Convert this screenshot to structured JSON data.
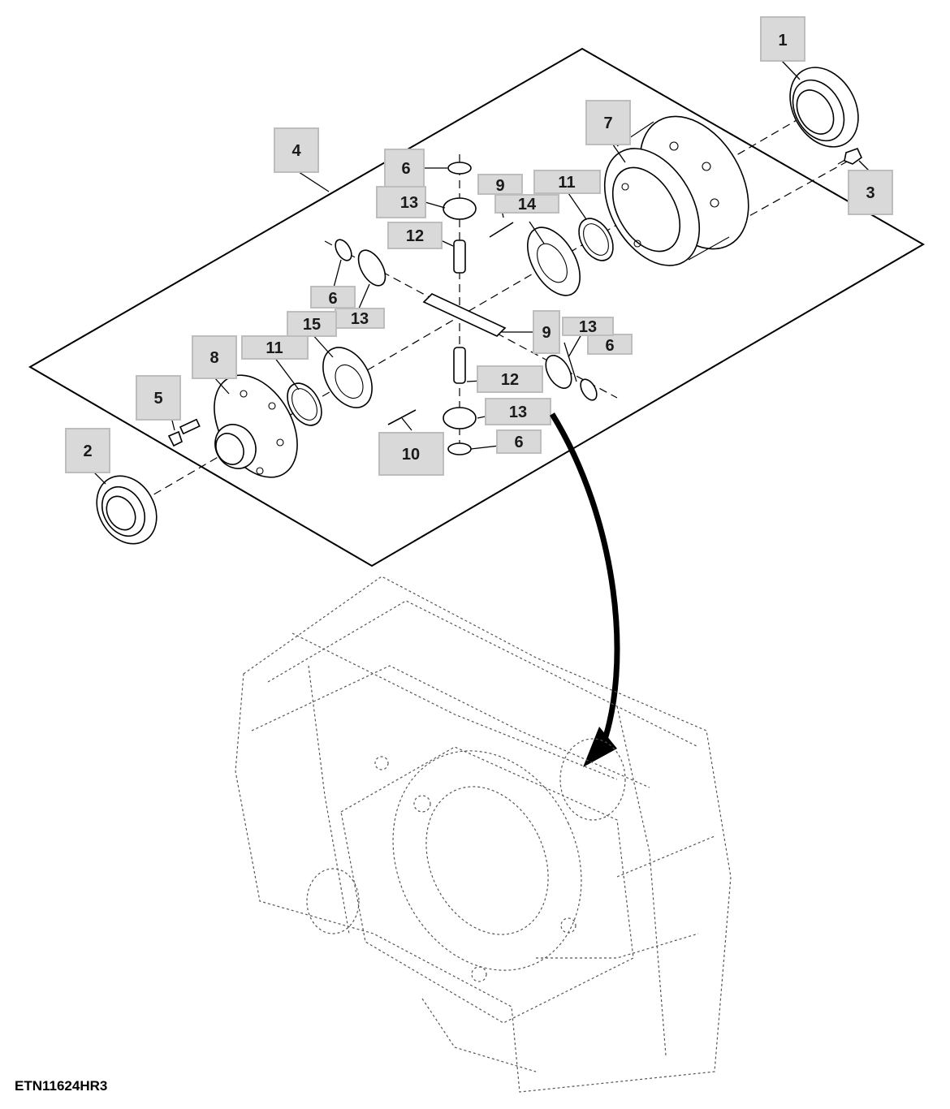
{
  "figure_code": "ETN11624HR3",
  "callouts": [
    {
      "id": "c1",
      "label": "1"
    },
    {
      "id": "c2",
      "label": "2"
    },
    {
      "id": "c3",
      "label": "3"
    },
    {
      "id": "c4",
      "label": "4"
    },
    {
      "id": "c5",
      "label": "5"
    },
    {
      "id": "c6a",
      "label": "6"
    },
    {
      "id": "c6b",
      "label": "6"
    },
    {
      "id": "c6c",
      "label": "6"
    },
    {
      "id": "c6d",
      "label": "6"
    },
    {
      "id": "c7",
      "label": "7"
    },
    {
      "id": "c8",
      "label": "8"
    },
    {
      "id": "c9a",
      "label": "9"
    },
    {
      "id": "c9b",
      "label": "9"
    },
    {
      "id": "c10",
      "label": "10"
    },
    {
      "id": "c11a",
      "label": "11"
    },
    {
      "id": "c11b",
      "label": "11"
    },
    {
      "id": "c12a",
      "label": "12"
    },
    {
      "id": "c12b",
      "label": "12"
    },
    {
      "id": "c13a",
      "label": "13"
    },
    {
      "id": "c13b",
      "label": "13"
    },
    {
      "id": "c13c",
      "label": "13"
    },
    {
      "id": "c13d",
      "label": "13"
    },
    {
      "id": "c14",
      "label": "14"
    },
    {
      "id": "c15",
      "label": "15"
    }
  ]
}
